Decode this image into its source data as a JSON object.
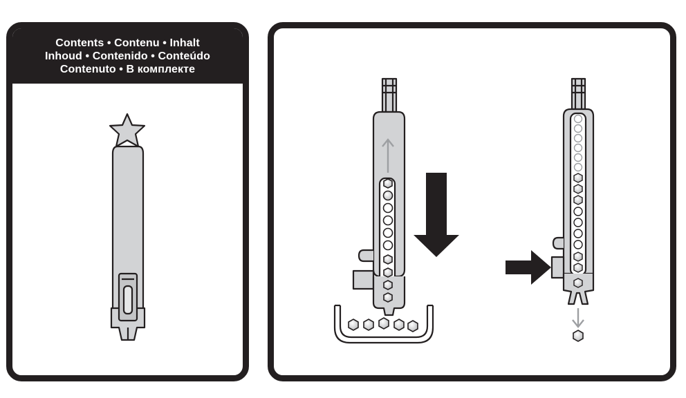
{
  "contents_header": {
    "line1": "Contents • Contenu • Inhalt",
    "line2": "Inhoud • Contenido • Conteúdo",
    "line3": "Contenuto • В комплекте"
  },
  "colors": {
    "frame": "#231f20",
    "pen_body": "#d2d3d5",
    "arrow_gray": "#9d9fa2",
    "bead_fill": "#c8c9cb"
  },
  "icons": {
    "large_down_arrow": "arrow-down-icon",
    "right_arrow": "arrow-right-icon",
    "small_up_arrow": "arrow-up-icon",
    "small_down_arrow": "arrow-down-icon"
  }
}
